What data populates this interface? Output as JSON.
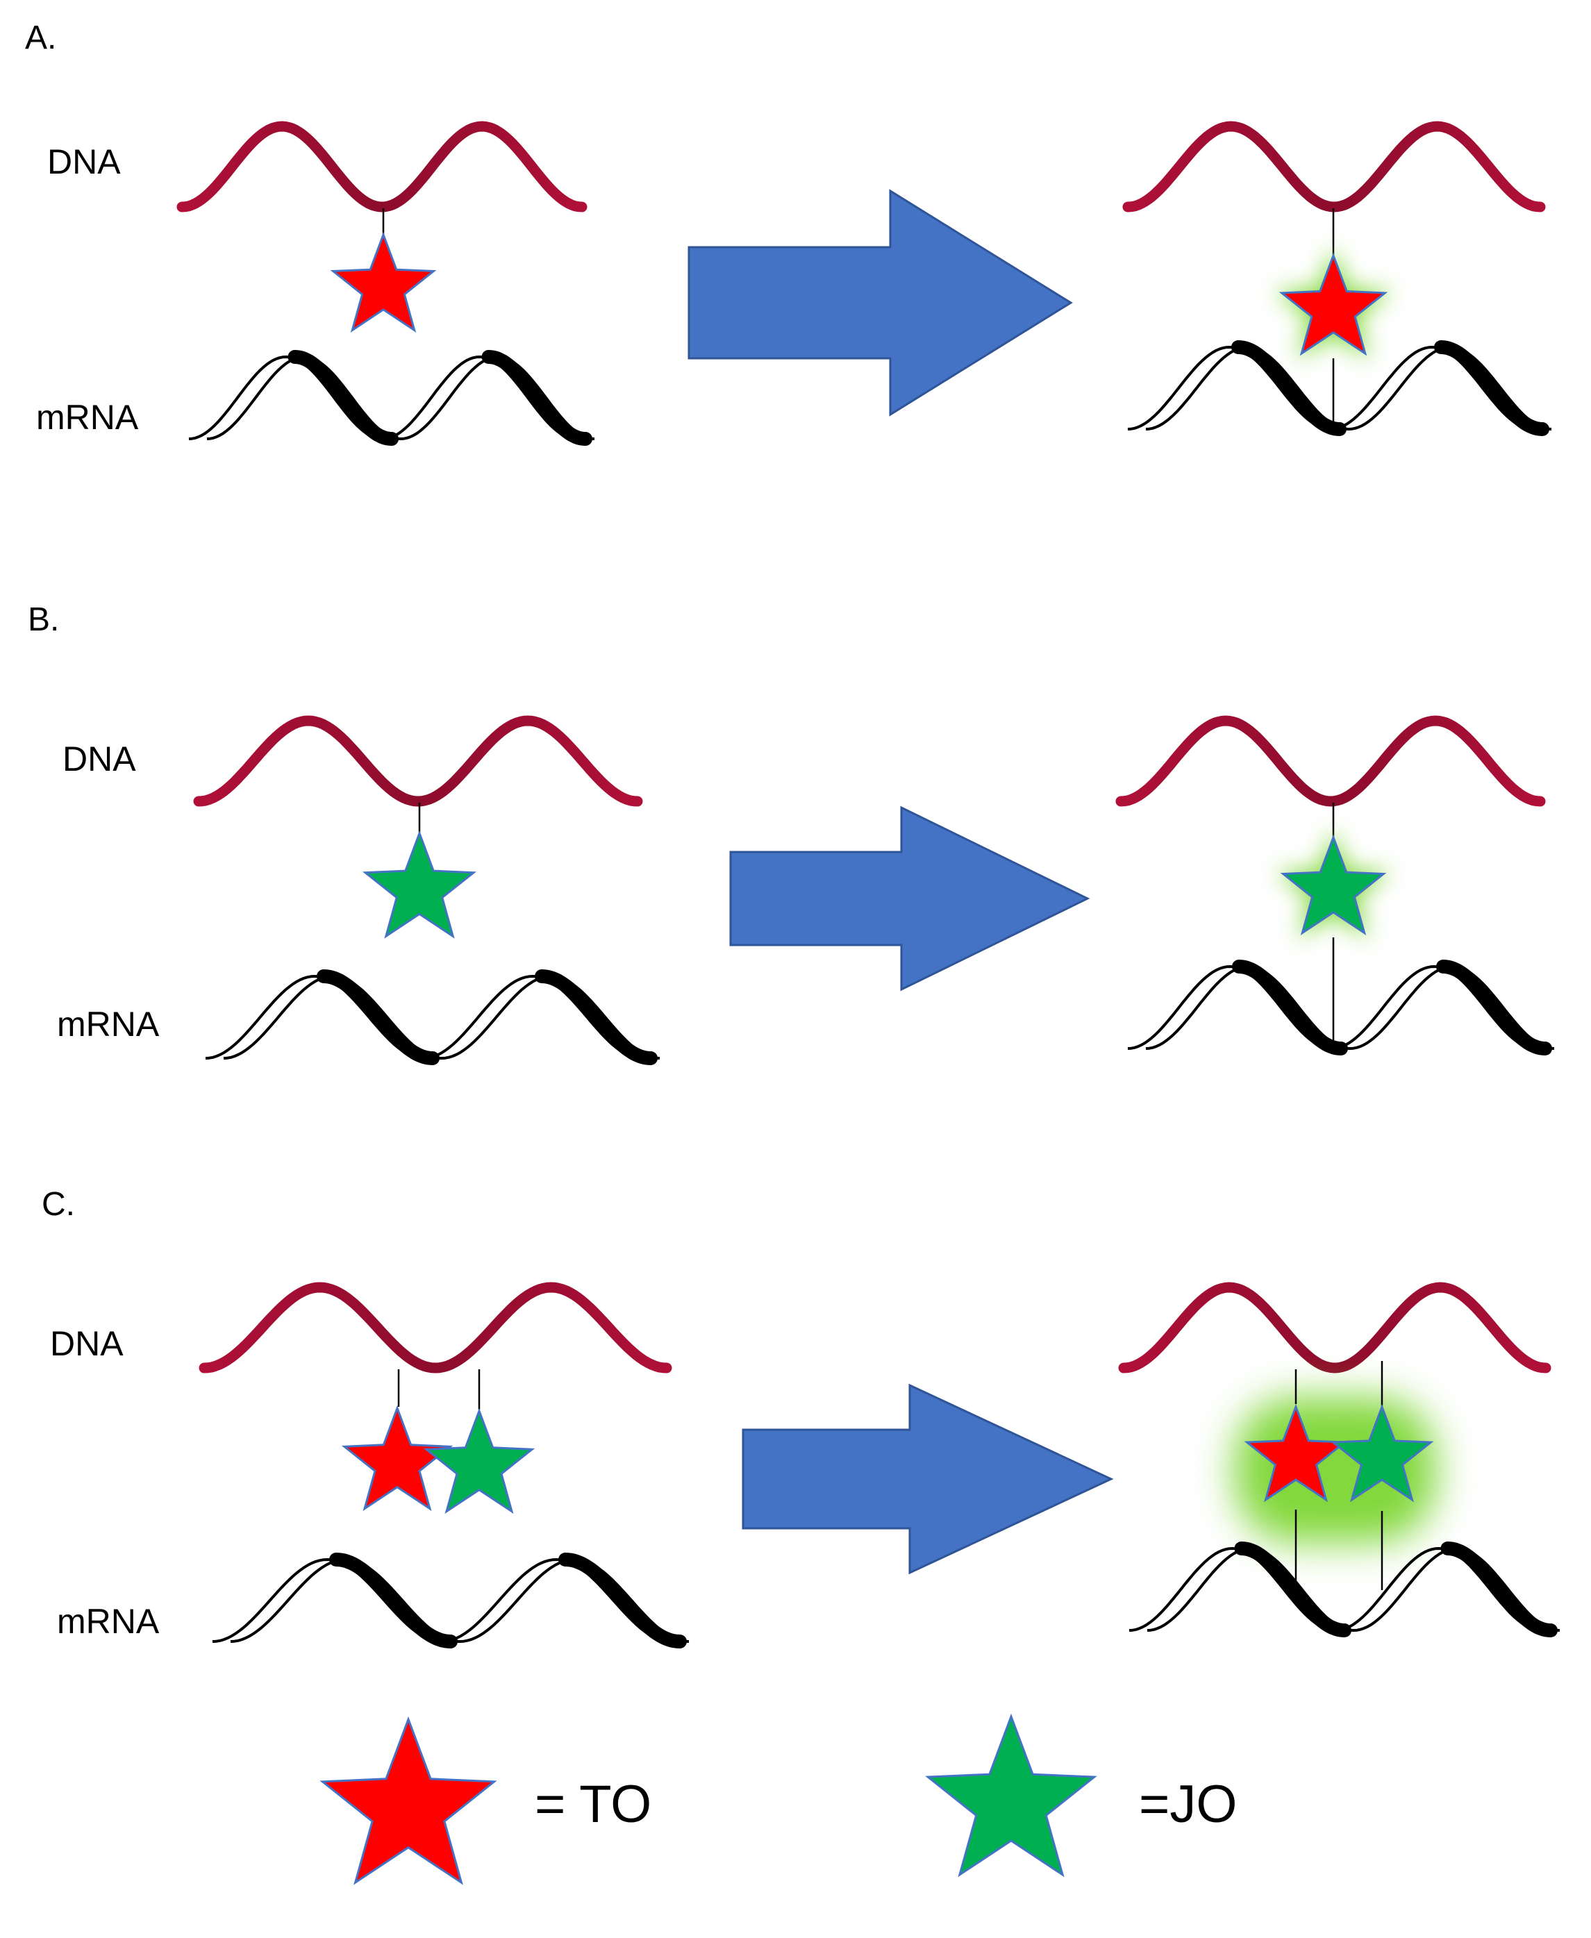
{
  "panels": [
    {
      "label": "A.",
      "dna_label": "DNA",
      "mrna_label": "mRNA",
      "probes": [
        "TO"
      ]
    },
    {
      "label": "B.",
      "dna_label": "DNA",
      "mrna_label": "mRNA",
      "probes": [
        "JO"
      ]
    },
    {
      "label": "C.",
      "dna_label": "DNA",
      "mrna_label": "mRNA",
      "probes": [
        "TO",
        "JO"
      ]
    }
  ],
  "legend": {
    "to": "= TO",
    "jo": "=JO"
  },
  "colors": {
    "dna": "#a50e35",
    "dna_dark": "#6e0b22",
    "arrow": "#4472c4",
    "arrow_border": "#2f5597",
    "to_star": "#ff0000",
    "jo_star": "#00b050",
    "star_border": "#4472c4",
    "glow": "#7cd632"
  }
}
